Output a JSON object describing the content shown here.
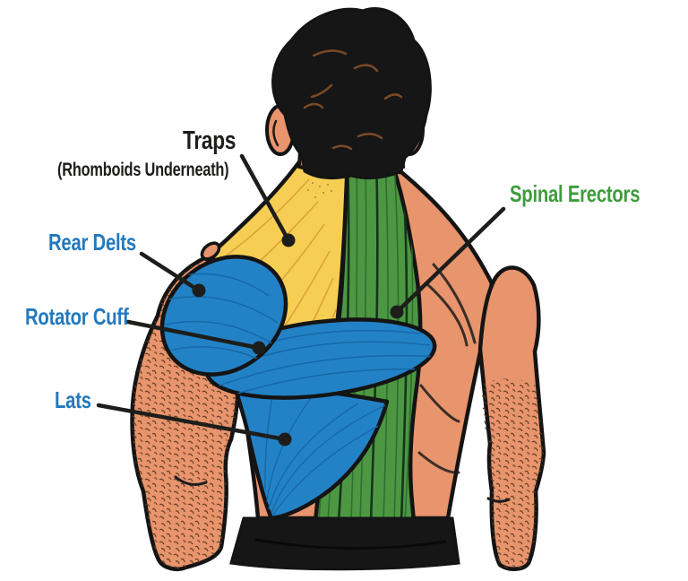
{
  "diagram": {
    "description": "Back muscle anatomy diagram",
    "labels": {
      "traps": {
        "text": "Traps",
        "subtext": "(Rhomboids Underneath)",
        "color": "#1d1d1b"
      },
      "rear_delts": {
        "text": "Rear Delts",
        "color": "#2279be"
      },
      "rotator_cuff": {
        "text": "Rotator Cuff",
        "color": "#2279be"
      },
      "lats": {
        "text": "Lats",
        "color": "#2279be"
      },
      "spinal_erectors": {
        "text": "Spinal Erectors",
        "color": "#3f9b3c"
      }
    },
    "muscle_colors": {
      "traps_highlight": "#f6ce53",
      "spinal_erectors_highlight": "#4d9743",
      "blue_muscles_highlight": "#2382c6",
      "skin": "#e8946c",
      "hair": "#161616",
      "waistband": "#161616",
      "outline": "#141414"
    }
  }
}
